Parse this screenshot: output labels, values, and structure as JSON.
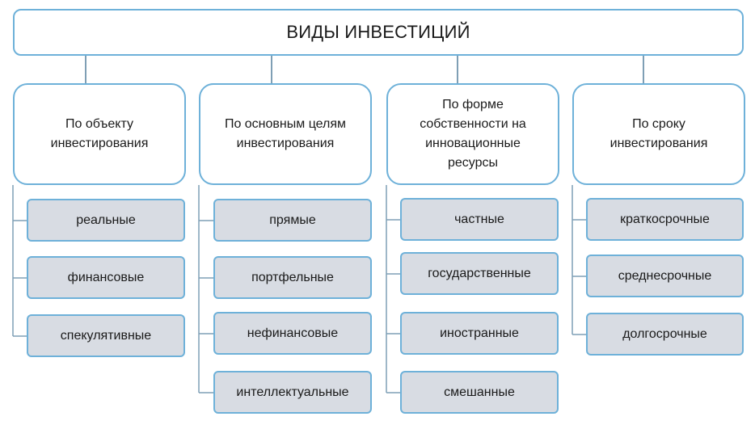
{
  "title": "ВИДЫ ИНВЕСТИЦИЙ",
  "categories": [
    {
      "label": "По объекту\nинвестирования",
      "items": [
        "реальные",
        "финансовые",
        "спекулятивные"
      ]
    },
    {
      "label": "По основным целям\nинвестирования",
      "items": [
        "прямые",
        "портфельные",
        "нефинансовые",
        "интеллектуальные"
      ]
    },
    {
      "label": "По форме\nсобственности на\nинновационные\nресурсы",
      "items": [
        "частные",
        "государственные",
        "иностранные",
        "смешанные"
      ]
    },
    {
      "label": "По сроку\nинвестирования",
      "items": [
        "краткосрочные",
        "среднесрочные",
        "долгосрочные"
      ]
    }
  ],
  "colors": {
    "border": "#6eb1d9",
    "item_fill": "#d8dce3",
    "connector": "#7f9fb5"
  }
}
